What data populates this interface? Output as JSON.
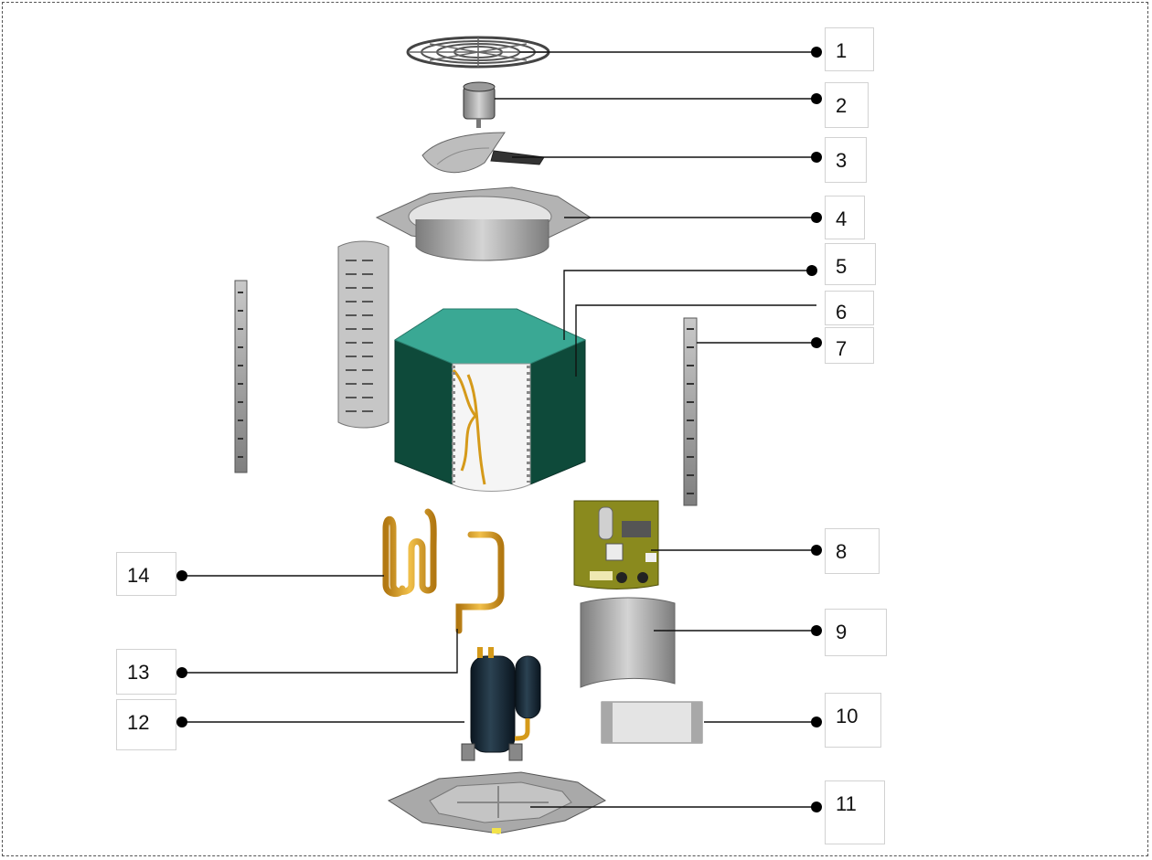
{
  "callouts": [
    {
      "number": "1",
      "part": "fan-guard"
    },
    {
      "number": "2",
      "part": "fan-motor"
    },
    {
      "number": "3",
      "part": "fan-blade-and-bracket"
    },
    {
      "number": "4",
      "part": "top-cover"
    },
    {
      "number": "5",
      "part": "condenser-coil-outer"
    },
    {
      "number": "6",
      "part": "condenser-coil-inner"
    },
    {
      "number": "7",
      "part": "right-side-rail"
    },
    {
      "number": "8",
      "part": "electrical-control-board"
    },
    {
      "number": "9",
      "part": "electrical-cover"
    },
    {
      "number": "10",
      "part": "access-panel"
    },
    {
      "number": "11",
      "part": "base-pan"
    },
    {
      "number": "12",
      "part": "compressor"
    },
    {
      "number": "13",
      "part": "discharge-pipe"
    },
    {
      "number": "14",
      "part": "suction-pipe"
    }
  ],
  "colors": {
    "coil_face": "#0e4a3a",
    "coil_inner": "#3aa894",
    "copper": "#d59a1a",
    "metal": "#a8a8a8",
    "compressor": "#142430",
    "board": "#8a8a1e"
  }
}
